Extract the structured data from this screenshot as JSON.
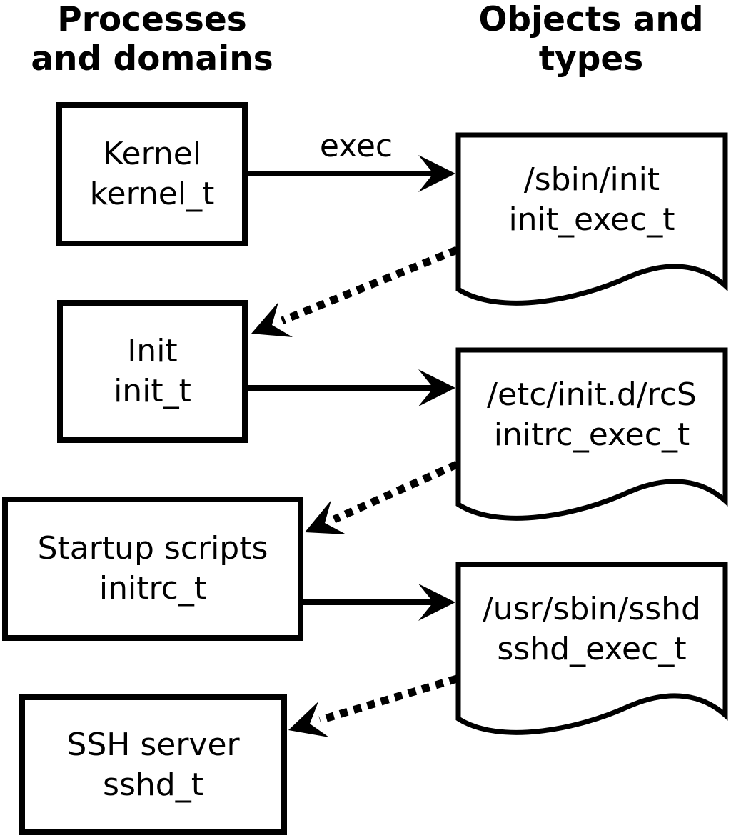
{
  "headers": {
    "left": {
      "line1": "Processes",
      "line2": "and domains"
    },
    "right": {
      "line1": "Objects and",
      "line2": "types"
    }
  },
  "processes": [
    {
      "name": "Kernel",
      "domain": "kernel_t"
    },
    {
      "name": "Init",
      "domain": "init_t"
    },
    {
      "name": "Startup scripts",
      "domain": "initrc_t"
    },
    {
      "name": "SSH server",
      "domain": "sshd_t"
    }
  ],
  "objects": [
    {
      "path": "/sbin/init",
      "type": "init_exec_t"
    },
    {
      "path": "/etc/init.d/rcS",
      "type": "initrc_exec_t"
    },
    {
      "path": "/usr/sbin/sshd",
      "type": "sshd_exec_t"
    }
  ],
  "edge_label": "exec",
  "colors": {
    "stroke": "#000000",
    "background": "#ffffff"
  }
}
